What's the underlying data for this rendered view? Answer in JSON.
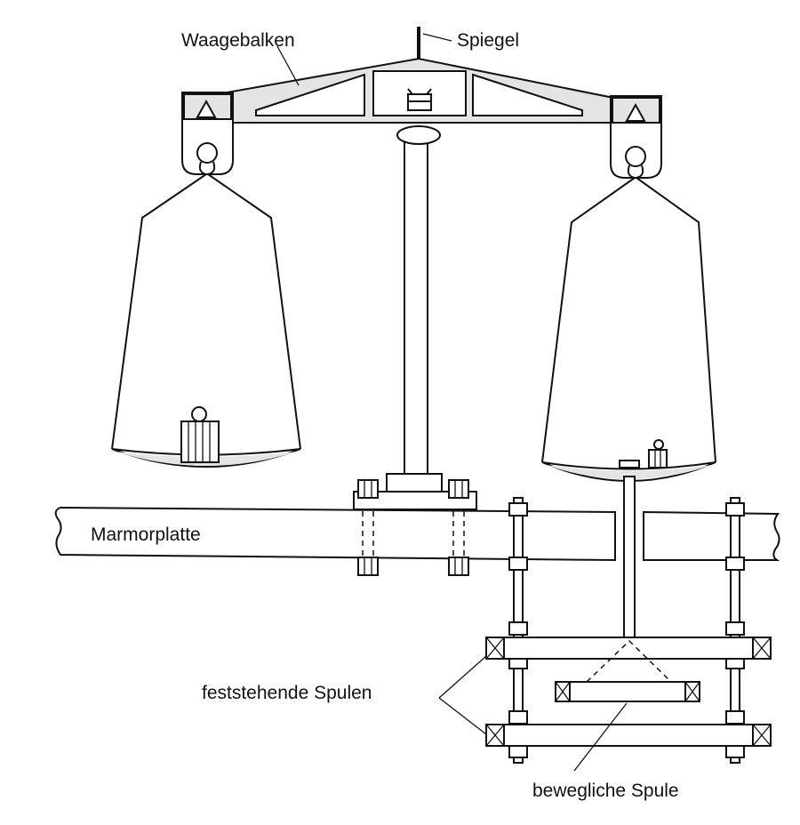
{
  "labels": {
    "waagebalken": "Waagebalken",
    "spiegel": "Spiegel",
    "marmorplatte": "Marmorplatte",
    "feststehende_spulen": "feststehende Spulen",
    "bewegliche_spule": "bewegliche Spule"
  }
}
